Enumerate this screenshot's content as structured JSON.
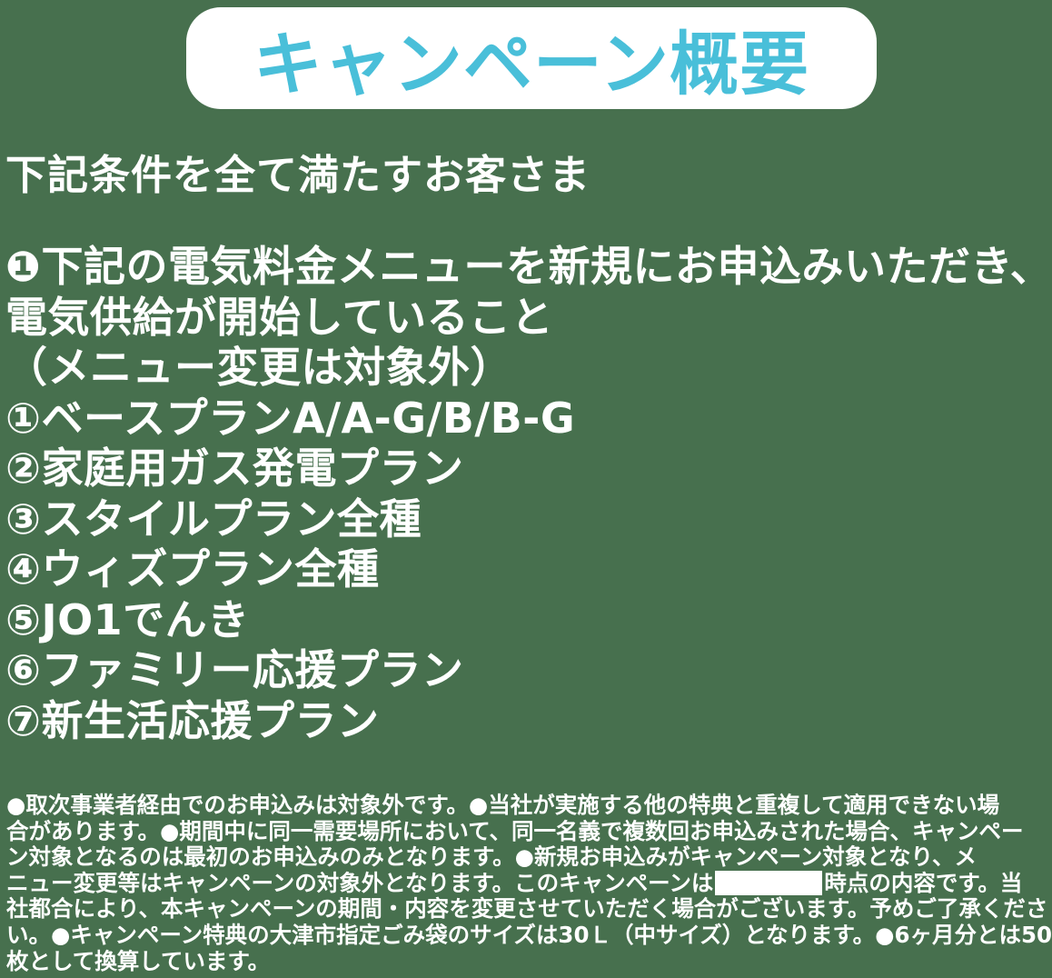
{
  "page": {
    "background_color": "#47704E",
    "text_color": "#ffffff"
  },
  "header": {
    "title": "キャンペーン概要",
    "title_color": "#49BFD9",
    "pill_color": "#ffffff"
  },
  "conditions": {
    "heading": "下記条件を全て満たすお客さま",
    "intro_line1": "❶下記の電気料金メニューを新規にお申込みいただき、",
    "intro_line2": "電気供給が開始していること",
    "intro_line3": "（メニュー変更は対象外）",
    "plans": [
      "①ベースプランA/A-G/B/B-G",
      "②家庭用ガス発電プラン",
      "③スタイルプラン全種",
      "④ウィズプラン全種",
      "⑤JO1でんき",
      "⑥ファミリー応援プラン",
      "⑦新生活応援プラン"
    ]
  },
  "footnotes": {
    "line1": "●取次事業者経由でのお申込みは対象外です。●当社が実施する他の特典と重複して適用できない場",
    "line2": "合があります。●期間中に同一需要場所において、同一名義で複数回お申込みされた場合、キャンペー",
    "line3": "ン対象となるのは最初のお申込みのみとなります。●新規お申込みがキャンペーン対象となり、メ",
    "line4_before": "ニュー変更等はキャンペーンの対象外となります。このキャンペーンは",
    "line4_redaction": "",
    "line4_after": "時点の内容です。当",
    "line5": "社都合により、本キャンペーンの期間・内容を変更させていただく場合がございます。予めご了承くださ",
    "line6": "い。●キャンペーン特典の大津市指定ごみ袋のサイズは30Ｌ（中サイズ）となります。●6ヶ月分とは50",
    "line7": "枚として換算しています。"
  }
}
